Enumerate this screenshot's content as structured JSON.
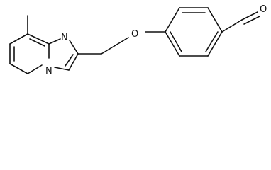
{
  "molecule": {
    "atoms": {
      "pyridine_n": "N",
      "imidazole_n": "N",
      "ether_o": "O",
      "aldehyde_o": "O"
    }
  }
}
